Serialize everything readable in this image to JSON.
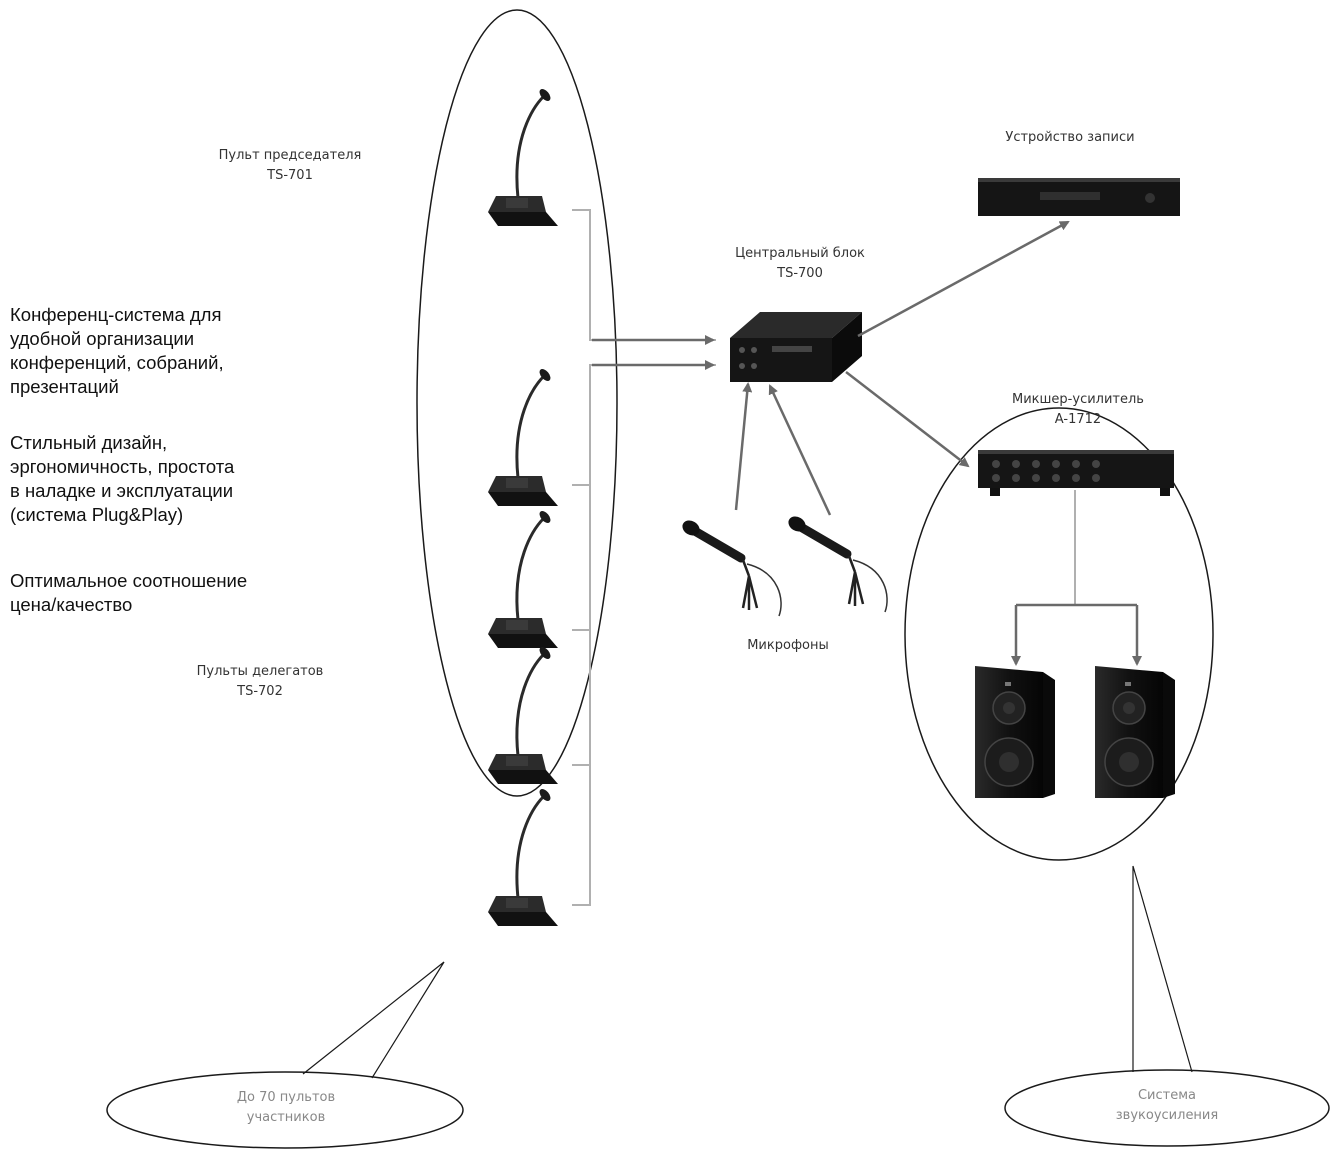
{
  "labels": {
    "chairman": {
      "line1": "Пульт председателя",
      "line2": "TS-701"
    },
    "central": {
      "line1": "Центральный блок",
      "line2": "TS-700"
    },
    "recorder": {
      "line1": "Устройство записи"
    },
    "mixer": {
      "line1": "Микшер-усилитель",
      "line2": "A-1712"
    },
    "microphones": {
      "line1": "Микрофоны"
    },
    "delegates": {
      "line1": "Пульты делегатов",
      "line2": "TS-702"
    }
  },
  "callouts": {
    "units": {
      "line1": "До 70 пультов",
      "line2": "участников"
    },
    "sound": {
      "line1": "Система",
      "line2": "звукоусиления"
    }
  },
  "description": {
    "p1": [
      "Конференц-система для",
      "удобной организации",
      "конференций, собраний,",
      "презентаций"
    ],
    "p2": [
      "Стильный дизайн,",
      "эргономичность, простота",
      "в наладке и эксплуатации",
      "(система Plug&Play)"
    ],
    "p3": [
      "Оптимальное соотношение",
      "цена/качество"
    ]
  },
  "colors": {
    "arrow": "#6a6a6a",
    "line": "#9a9a9a",
    "device": "#151515",
    "outline": "#1a1a1a"
  }
}
